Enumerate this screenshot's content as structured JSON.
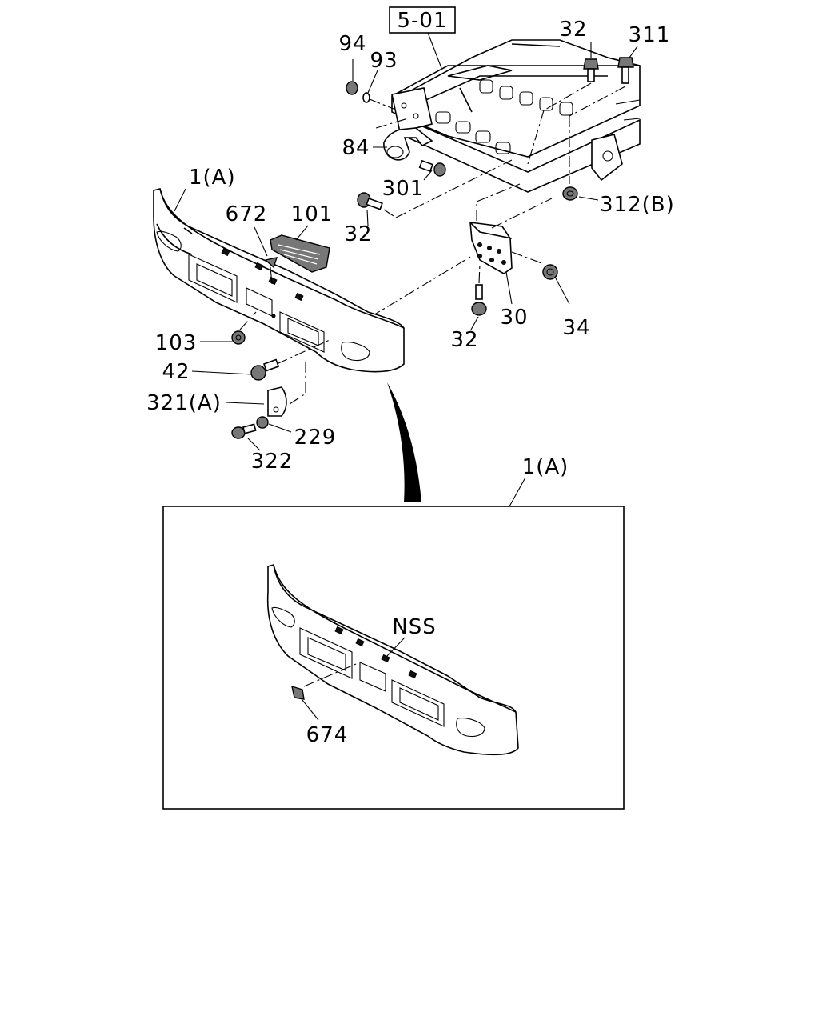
{
  "reference_box": "5-01",
  "callouts": {
    "c94": "94",
    "c93": "93",
    "c32_top": "32",
    "c311": "311",
    "c84": "84",
    "c301": "301",
    "c312b": "312(B)",
    "c32_left": "32",
    "c1a": "1(A)",
    "c672": "672",
    "c101": "101",
    "c103": "103",
    "c42": "42",
    "c321a": "321(A)",
    "c229": "229",
    "c322": "322",
    "c32_bottom": "32",
    "c30": "30",
    "c34": "34"
  },
  "inset": {
    "title": "1(A)",
    "nss": "NSS",
    "c674": "674"
  }
}
